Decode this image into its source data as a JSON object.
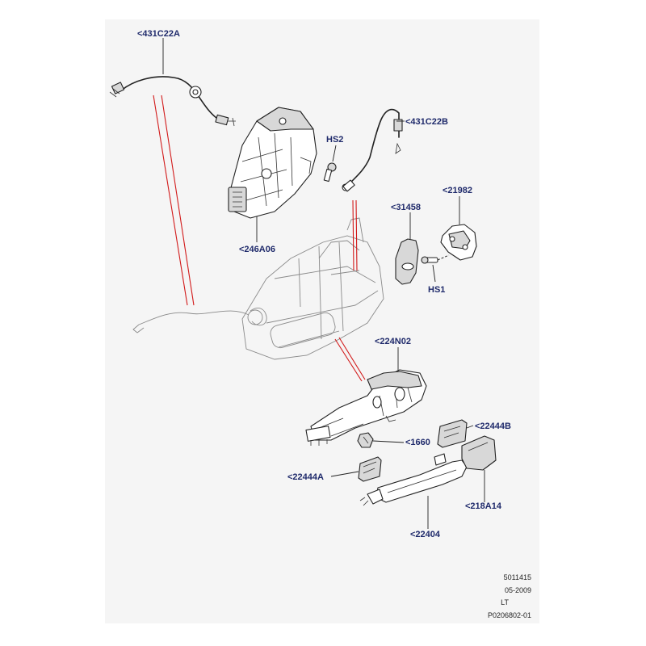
{
  "labels": {
    "c431C22A": "<431C22A",
    "c431C22B": "<431C22B",
    "HS2": "HS2",
    "HS1": "HS1",
    "c246A06": "<246A06",
    "c31458": "<31458",
    "c21982": "<21982",
    "c224N02": "<224N02",
    "c22444B": "<22444B",
    "c1660": "<1660",
    "c22444A": "<22444A",
    "c218A14": "<218A14",
    "c22404": "<22404"
  },
  "reference": {
    "number": "5011415",
    "date": "05-2009",
    "code": "LT",
    "illustration_id": "P0206802-01"
  },
  "colors": {
    "background": "#f5f5f5",
    "callout_text": "#1f2a6b",
    "linework": "#222222",
    "relation_lines": "#d21a1a"
  }
}
